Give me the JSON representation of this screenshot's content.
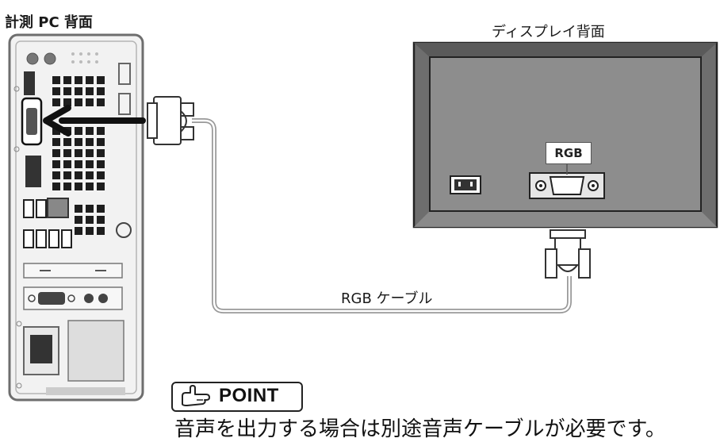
{
  "pc": {
    "title": "計測 PC 背面"
  },
  "display": {
    "title": "ディスプレイ背面",
    "port_label": "RGB"
  },
  "cable": {
    "label": "RGB ケーブル"
  },
  "point": {
    "badge": "POINT",
    "note": "音声を出力する場合は別途音声ケーブルが必要です。"
  }
}
